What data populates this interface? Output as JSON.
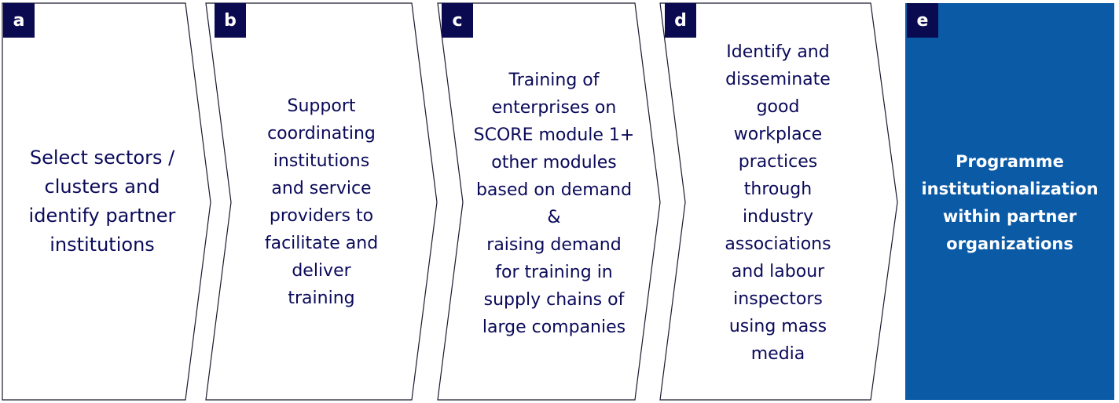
{
  "steps": [
    {
      "letter": "a",
      "lines": [
        "Select sectors /",
        "clusters and",
        "identify partner",
        "institutions"
      ]
    },
    {
      "letter": "b",
      "lines": [
        "Support",
        "coordinating",
        "institutions",
        "and service",
        "providers to",
        "facilitate and",
        "deliver",
        "training"
      ]
    },
    {
      "letter": "c",
      "lines": [
        "Training of",
        "enterprises on",
        "SCORE module 1+",
        "other modules",
        "based on demand",
        "&",
        "raising demand",
        "for training in",
        "supply chains of",
        "large companies"
      ]
    },
    {
      "letter": "d",
      "lines": [
        "Identify and",
        "disseminate",
        "good",
        "workplace",
        "practices",
        "through",
        "industry",
        "associations",
        "and labour",
        "inspectors",
        "using mass",
        "media"
      ]
    },
    {
      "letter": "e",
      "lines": [
        "Programme",
        "institutionalization",
        "within partner",
        "organizations"
      ]
    }
  ],
  "colors": {
    "badge": "#0a0a50",
    "final_fill": "#0b5aa6",
    "text": "#0a0a5a",
    "outline": "#1a1a2e"
  }
}
